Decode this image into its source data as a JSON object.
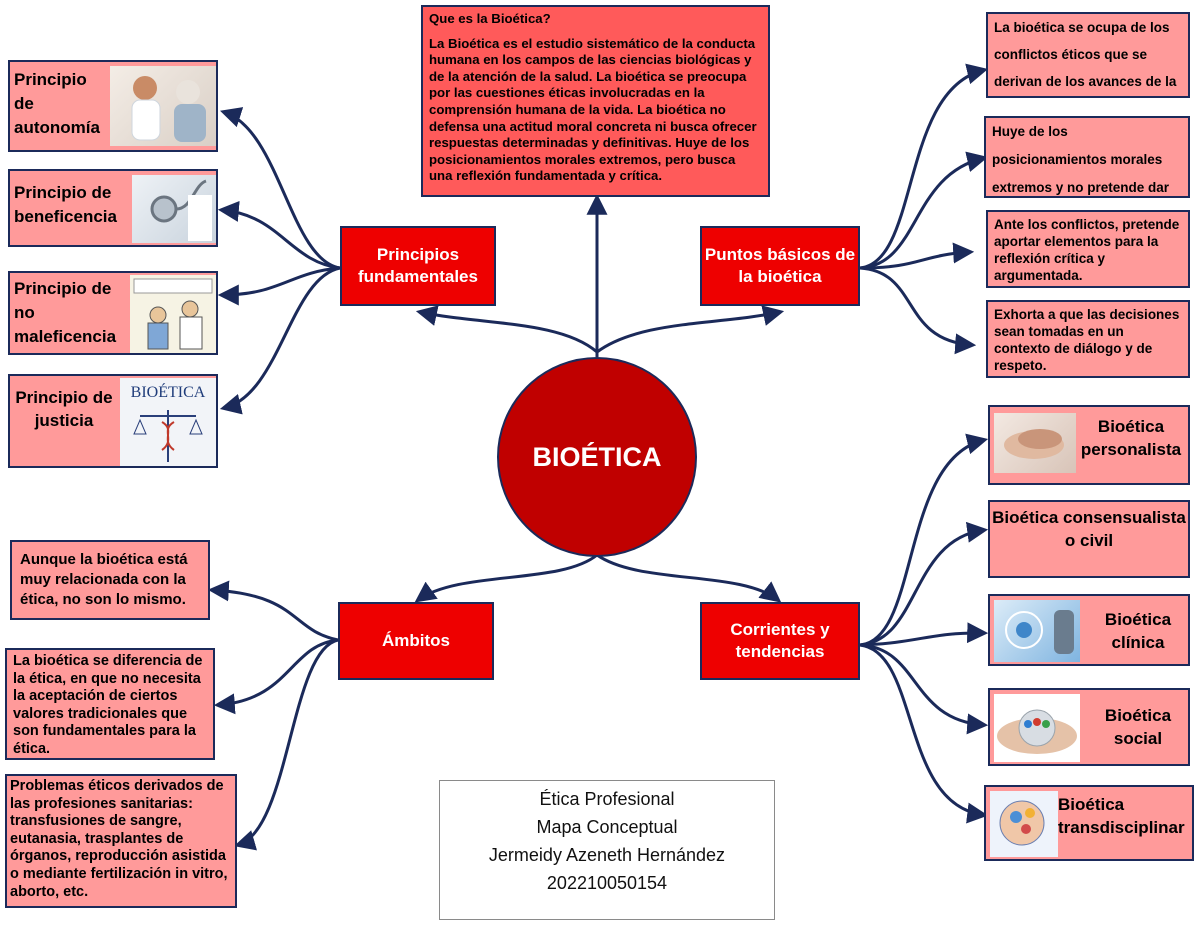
{
  "center": {
    "label": "BIOÉTICA"
  },
  "top_box": {
    "title": "Que es la Bioética?",
    "body": "La Bioética es el estudio sistemático de la conducta humana en los campos de las ciencias biológicas y de la atención de la salud. La bioética se preocupa por las cuestiones éticas involucradas en la comprensión humana de la vida. La bioética no defensa una actitud moral concreta ni busca ofrecer respuestas determinadas y definitivas. Huye de los posicionamientos morales extremos, pero busca una reflexión fundamentada y crítica."
  },
  "branches": {
    "principios": "Principios fundamentales",
    "puntos": "Puntos básicos de la bioética",
    "ambitos": "Ámbitos",
    "corrientes": "Corrientes y tendencias"
  },
  "principios": [
    {
      "label": "Principio de autonomía"
    },
    {
      "label": "Principio de beneficencia"
    },
    {
      "label": "Principio de no maleficencia"
    },
    {
      "label": "Principio de justicia",
      "image_text": "BIOÉTICA"
    }
  ],
  "puntos": [
    "La bioética se ocupa de los conflictos éticos que se derivan de los avances de la",
    "Huye de los posicionamientos morales extremos y no pretende dar respuestas",
    "Ante los conflictos, pretende aportar elementos para la reflexión crítica y argumentada.",
    "Exhorta a que las decisiones sean tomadas en un contexto de diálogo y de respeto."
  ],
  "ambitos": [
    "Aunque la bioética está muy relacionada con la ética, no son lo mismo.",
    "La bioética se diferencia de la ética, en que no necesita la aceptación de ciertos valores tradicionales que son fundamentales para la ética.",
    "Problemas éticos derivados de las profesiones sanitarias: transfusiones de sangre, eutanasia, trasplantes de órganos, reproducción asistida o mediante fertilización in vitro, aborto, etc."
  ],
  "corrientes": [
    "Bioética personalista",
    "Bioética consensualista o civil",
    "Bioética clínica",
    "Bioética social",
    "Bioética transdisciplinar"
  ],
  "credits": [
    "Ética Profesional",
    "Mapa Conceptual",
    "Jermeidy Azeneth Hernández",
    "202210050154"
  ],
  "colors": {
    "box_fill": "#ff9a9a",
    "branch_fill": "#ee0000",
    "center_fill": "#c00000",
    "connector": "#1b2a5a",
    "top_box_fill": "#ff5a5a"
  }
}
